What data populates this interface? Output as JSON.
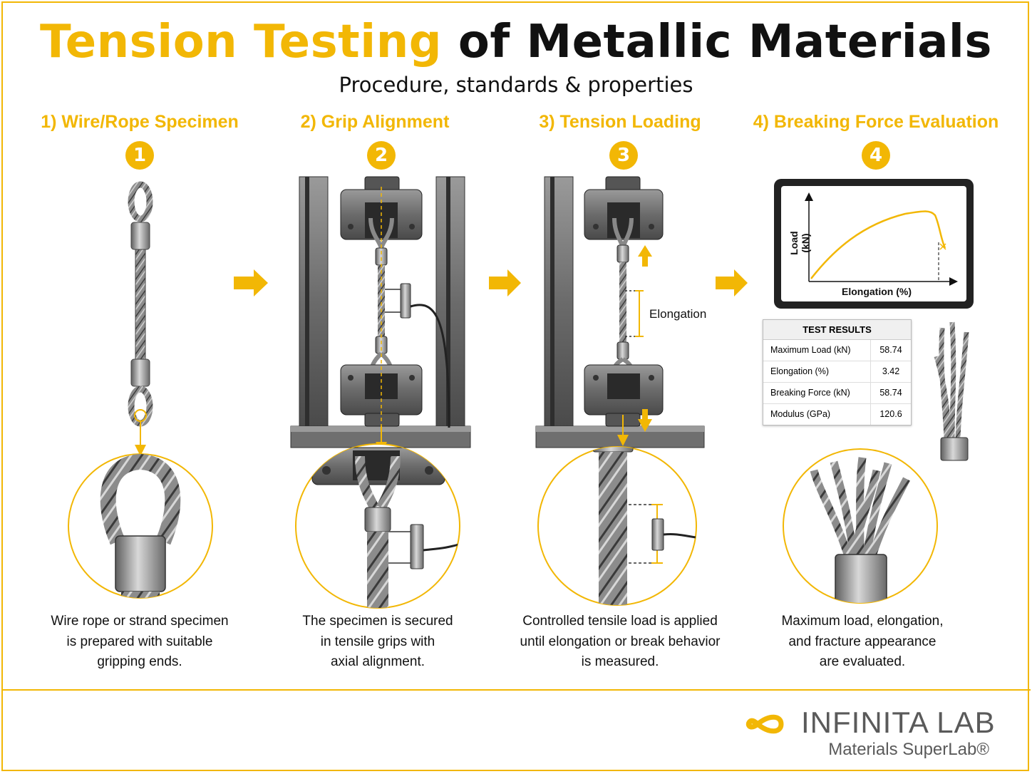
{
  "header": {
    "title_highlight": "Tension Testing",
    "title_rest": "of Metallic Materials",
    "subtitle": "Procedure, standards & properties"
  },
  "steps": [
    {
      "title": "1) Wire/Rope Specimen",
      "number": "1",
      "caption": [
        "Wire rope or strand specimen",
        "is prepared with suitable",
        "gripping ends."
      ]
    },
    {
      "title": "2) Grip Alignment",
      "number": "2",
      "caption": [
        "The specimen is secured",
        "in tensile grips with",
        "axial alignment."
      ]
    },
    {
      "title": "3) Tension Loading",
      "number": "3",
      "caption": [
        "Controlled tensile load is applied",
        "until elongation or break behavior",
        "is measured."
      ]
    },
    {
      "title": "4) Breaking Force Evaluation",
      "number": "4",
      "caption": [
        "Maximum load, elongation,",
        "and fracture appearance",
        "are evaluated."
      ]
    }
  ],
  "annotations": {
    "elongation": "Elongation"
  },
  "graph": {
    "ylabel": "Load (kN)",
    "xlabel": "Elongation (%)"
  },
  "results": {
    "heading": "TEST RESULTS",
    "rows": [
      {
        "label": "Maximum Load (kN)",
        "value": "58.74"
      },
      {
        "label": "Elongation (%)",
        "value": "3.42"
      },
      {
        "label": "Breaking Force (kN)",
        "value": "58.74"
      },
      {
        "label": "Modulus (GPa)",
        "value": "120.6"
      }
    ]
  },
  "brand": {
    "name": "INFINITA LAB",
    "tagline": "Materials SuperLab®"
  },
  "colors": {
    "accent": "#f2b705",
    "text": "#111111",
    "metal": "#8a8a8a"
  }
}
